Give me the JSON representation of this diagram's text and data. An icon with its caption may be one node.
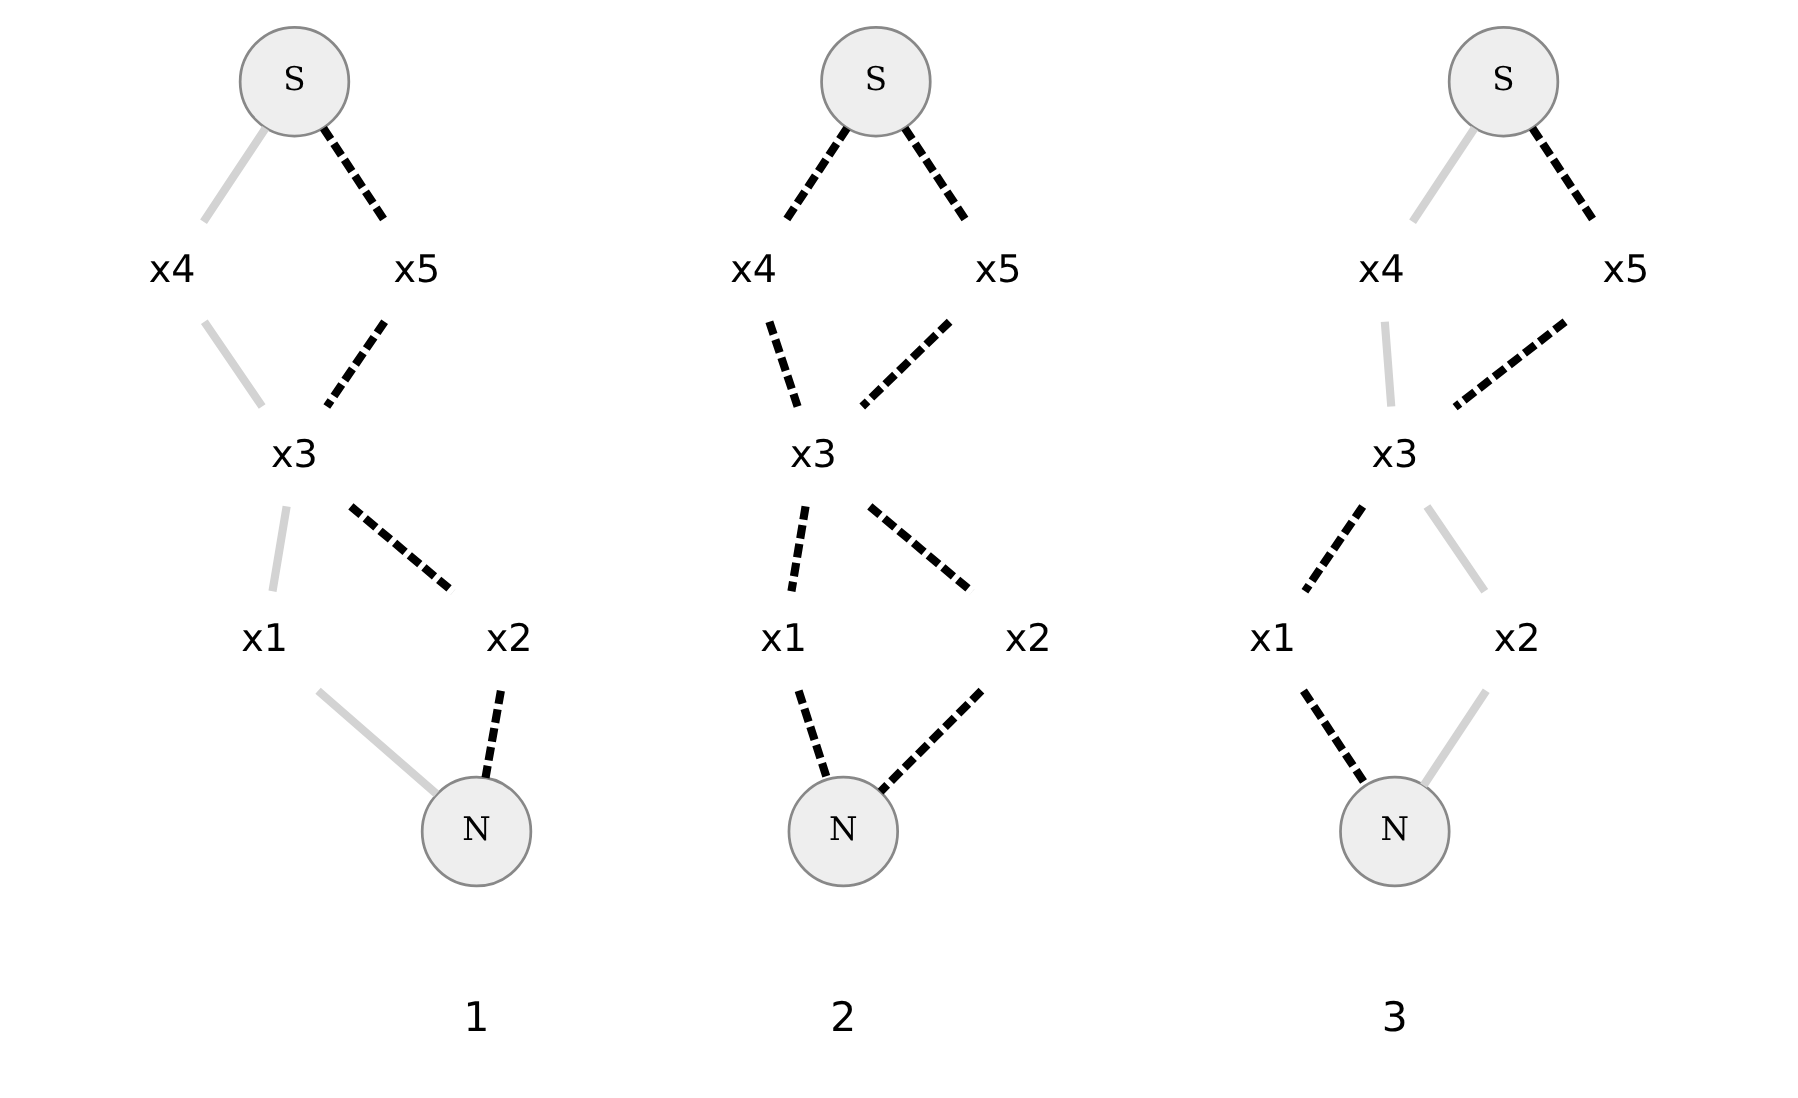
{
  "diagram": {
    "nodes": [
      {
        "text": [
          "S"
        ]
      },
      {
        "text": [
          "x4"
        ]
      },
      {
        "text": [
          "x5"
        ]
      },
      {
        "text": [
          "x3"
        ]
      },
      {
        "text": [
          "x1"
        ]
      },
      {
        "text": [
          "x2"
        ]
      },
      {
        "text": [
          "N"
        ]
      },
      {
        "text": [
          "S"
        ]
      },
      {
        "text": [
          "x4"
        ]
      },
      {
        "text": [
          "x5"
        ]
      },
      {
        "text": [
          "x3"
        ]
      },
      {
        "text": [
          "x1"
        ]
      },
      {
        "text": [
          "x2"
        ]
      },
      {
        "text": [
          "N"
        ]
      },
      {
        "text": [
          "S"
        ]
      },
      {
        "text": [
          "x4"
        ]
      },
      {
        "text": [
          "x5"
        ]
      },
      {
        "text": [
          "x3"
        ]
      },
      {
        "text": [
          "x1"
        ]
      },
      {
        "text": [
          "x2"
        ]
      },
      {
        "text": [
          "N"
        ]
      }
    ],
    "edges": [
      {
        "from": 0,
        "to": 1,
        "arrow": "none",
        "color": "#d3d3d3"
      },
      {
        "from": 0,
        "to": 2,
        "arrow": "none",
        "style": "dashed"
      },
      {
        "from": 1,
        "to": 3,
        "arrow": "none",
        "color": "#d3d3d3"
      },
      {
        "from": 2,
        "to": 3,
        "arrow": "none",
        "style": "dashed"
      },
      {
        "from": 3,
        "to": 4,
        "arrow": "none",
        "color": "#d3d3d3"
      },
      {
        "from": 3,
        "to": 5,
        "arrow": "none",
        "style": "dashed"
      },
      {
        "from": 4,
        "to": 6,
        "arrow": "none",
        "color": "#d3d3d3"
      },
      {
        "from": 5,
        "to": 6,
        "arrow": "none",
        "style": "dashed"
      },
      {
        "from": 7,
        "to": 8,
        "arrow": "none",
        "style": "dashed"
      },
      {
        "from": 7,
        "to": 9,
        "arrow": "none",
        "style": "dashed"
      },
      {
        "from": 8,
        "to": 10,
        "arrow": "none",
        "style": "dashed"
      },
      {
        "from": 9,
        "to": 10,
        "arrow": "none",
        "style": "dashed"
      },
      {
        "from": 10,
        "to": 11,
        "arrow": "none",
        "style": "dashed"
      },
      {
        "from": 10,
        "to": 12,
        "arrow": "none",
        "style": "dashed"
      },
      {
        "from": 11,
        "to": 13,
        "arrow": "none",
        "style": "dashed"
      },
      {
        "from": 12,
        "to": 13,
        "arrow": "none",
        "style": "dashed"
      },
      {
        "from": 14,
        "to": 15,
        "arrow": "none",
        "color": "#d3d3d3"
      },
      {
        "from": 14,
        "to": 16,
        "arrow": "none",
        "style": "dashed"
      },
      {
        "from": 15,
        "to": 17,
        "arrow": "none",
        "color": "#d3d3d3"
      },
      {
        "from": 16,
        "to": 17,
        "arrow": "none",
        "style": "dashed"
      },
      {
        "from": 17,
        "to": 18,
        "arrow": "none",
        "style": "dashed"
      },
      {
        "from": 17,
        "to": 19,
        "arrow": "none",
        "color": "#d3d3d3"
      },
      {
        "from": 18,
        "to": 20,
        "arrow": "none",
        "style": "dashed"
      },
      {
        "from": 19,
        "to": 20,
        "arrow": "none",
        "color": "#d3d3d3"
      }
    ],
    "labels": [
      "1",
      "2",
      "3"
    ]
  }
}
